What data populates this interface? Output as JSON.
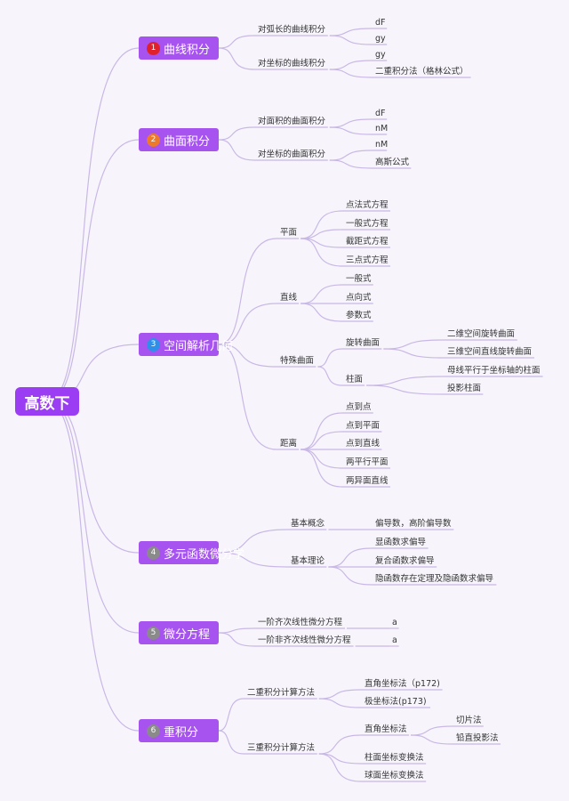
{
  "root": "高数下",
  "badge_colors": [
    "#e0202a",
    "#ec7a2a",
    "#2f8fe8",
    "#8a8a8a",
    "#8a8a8a",
    "#8a8a8a"
  ],
  "line_color": "#c9b8e6",
  "branches": [
    {
      "label": "曲线积分",
      "badge": "1",
      "children": [
        {
          "label": "对弧长的曲线积分",
          "children": [
            {
              "label": "dF"
            },
            {
              "label": "gy"
            }
          ]
        },
        {
          "label": "对坐标的曲线积分",
          "children": [
            {
              "label": "gy"
            },
            {
              "label": "二重积分法（格林公式）"
            }
          ]
        }
      ]
    },
    {
      "label": "曲面积分",
      "badge": "2",
      "children": [
        {
          "label": "对面积的曲面积分",
          "children": [
            {
              "label": "dF"
            },
            {
              "label": "nM"
            }
          ]
        },
        {
          "label": "对坐标的曲面积分",
          "children": [
            {
              "label": "nM"
            },
            {
              "label": "高斯公式"
            }
          ]
        }
      ]
    },
    {
      "label": "空间解析几何",
      "badge": "3",
      "children": [
        {
          "label": "平面",
          "children": [
            {
              "label": "点法式方程"
            },
            {
              "label": "一般式方程"
            },
            {
              "label": "截距式方程"
            },
            {
              "label": "三点式方程"
            }
          ]
        },
        {
          "label": "直线",
          "children": [
            {
              "label": "一般式"
            },
            {
              "label": "点向式"
            },
            {
              "label": "参数式"
            }
          ]
        },
        {
          "label": "特殊曲面",
          "children": [
            {
              "label": "旋转曲面",
              "children": [
                {
                  "label": "二维空间旋转曲面"
                },
                {
                  "label": "三维空间直线旋转曲面"
                }
              ]
            },
            {
              "label": "柱面",
              "children": [
                {
                  "label": "母线平行于坐标轴的柱面"
                },
                {
                  "label": "投影柱面"
                }
              ]
            }
          ]
        },
        {
          "label": "距离",
          "children": [
            {
              "label": "点到点"
            },
            {
              "label": "点到平面"
            },
            {
              "label": "点到直线"
            },
            {
              "label": "两平行平面"
            },
            {
              "label": "两异面直线"
            }
          ]
        }
      ]
    },
    {
      "label": "多元函数微分学",
      "badge": "4",
      "children": [
        {
          "label": "基本概念",
          "children": [
            {
              "label": "偏导数，高阶偏导数"
            }
          ]
        },
        {
          "label": "基本理论",
          "children": [
            {
              "label": "显函数求偏导"
            },
            {
              "label": "复合函数求偏导"
            },
            {
              "label": "隐函数存在定理及隐函数求偏导"
            }
          ]
        }
      ]
    },
    {
      "label": "微分方程",
      "badge": "5",
      "children": [
        {
          "label": "一阶齐次线性微分方程",
          "children": [
            {
              "label": "a"
            }
          ]
        },
        {
          "label": "一阶非齐次线性微分方程",
          "children": [
            {
              "label": "a"
            }
          ]
        }
      ]
    },
    {
      "label": "重积分",
      "badge": "6",
      "children": [
        {
          "label": "二重积分计算方法",
          "children": [
            {
              "label": "直角坐标法（p172)"
            },
            {
              "label": "极坐标法(p173)"
            }
          ]
        },
        {
          "label": "三重积分计算方法",
          "children": [
            {
              "label": "直角坐标法",
              "children": [
                {
                  "label": "切片法"
                },
                {
                  "label": "铅直投影法"
                }
              ]
            },
            {
              "label": "柱面坐标变换法"
            },
            {
              "label": "球面坐标变换法"
            }
          ]
        }
      ]
    }
  ]
}
